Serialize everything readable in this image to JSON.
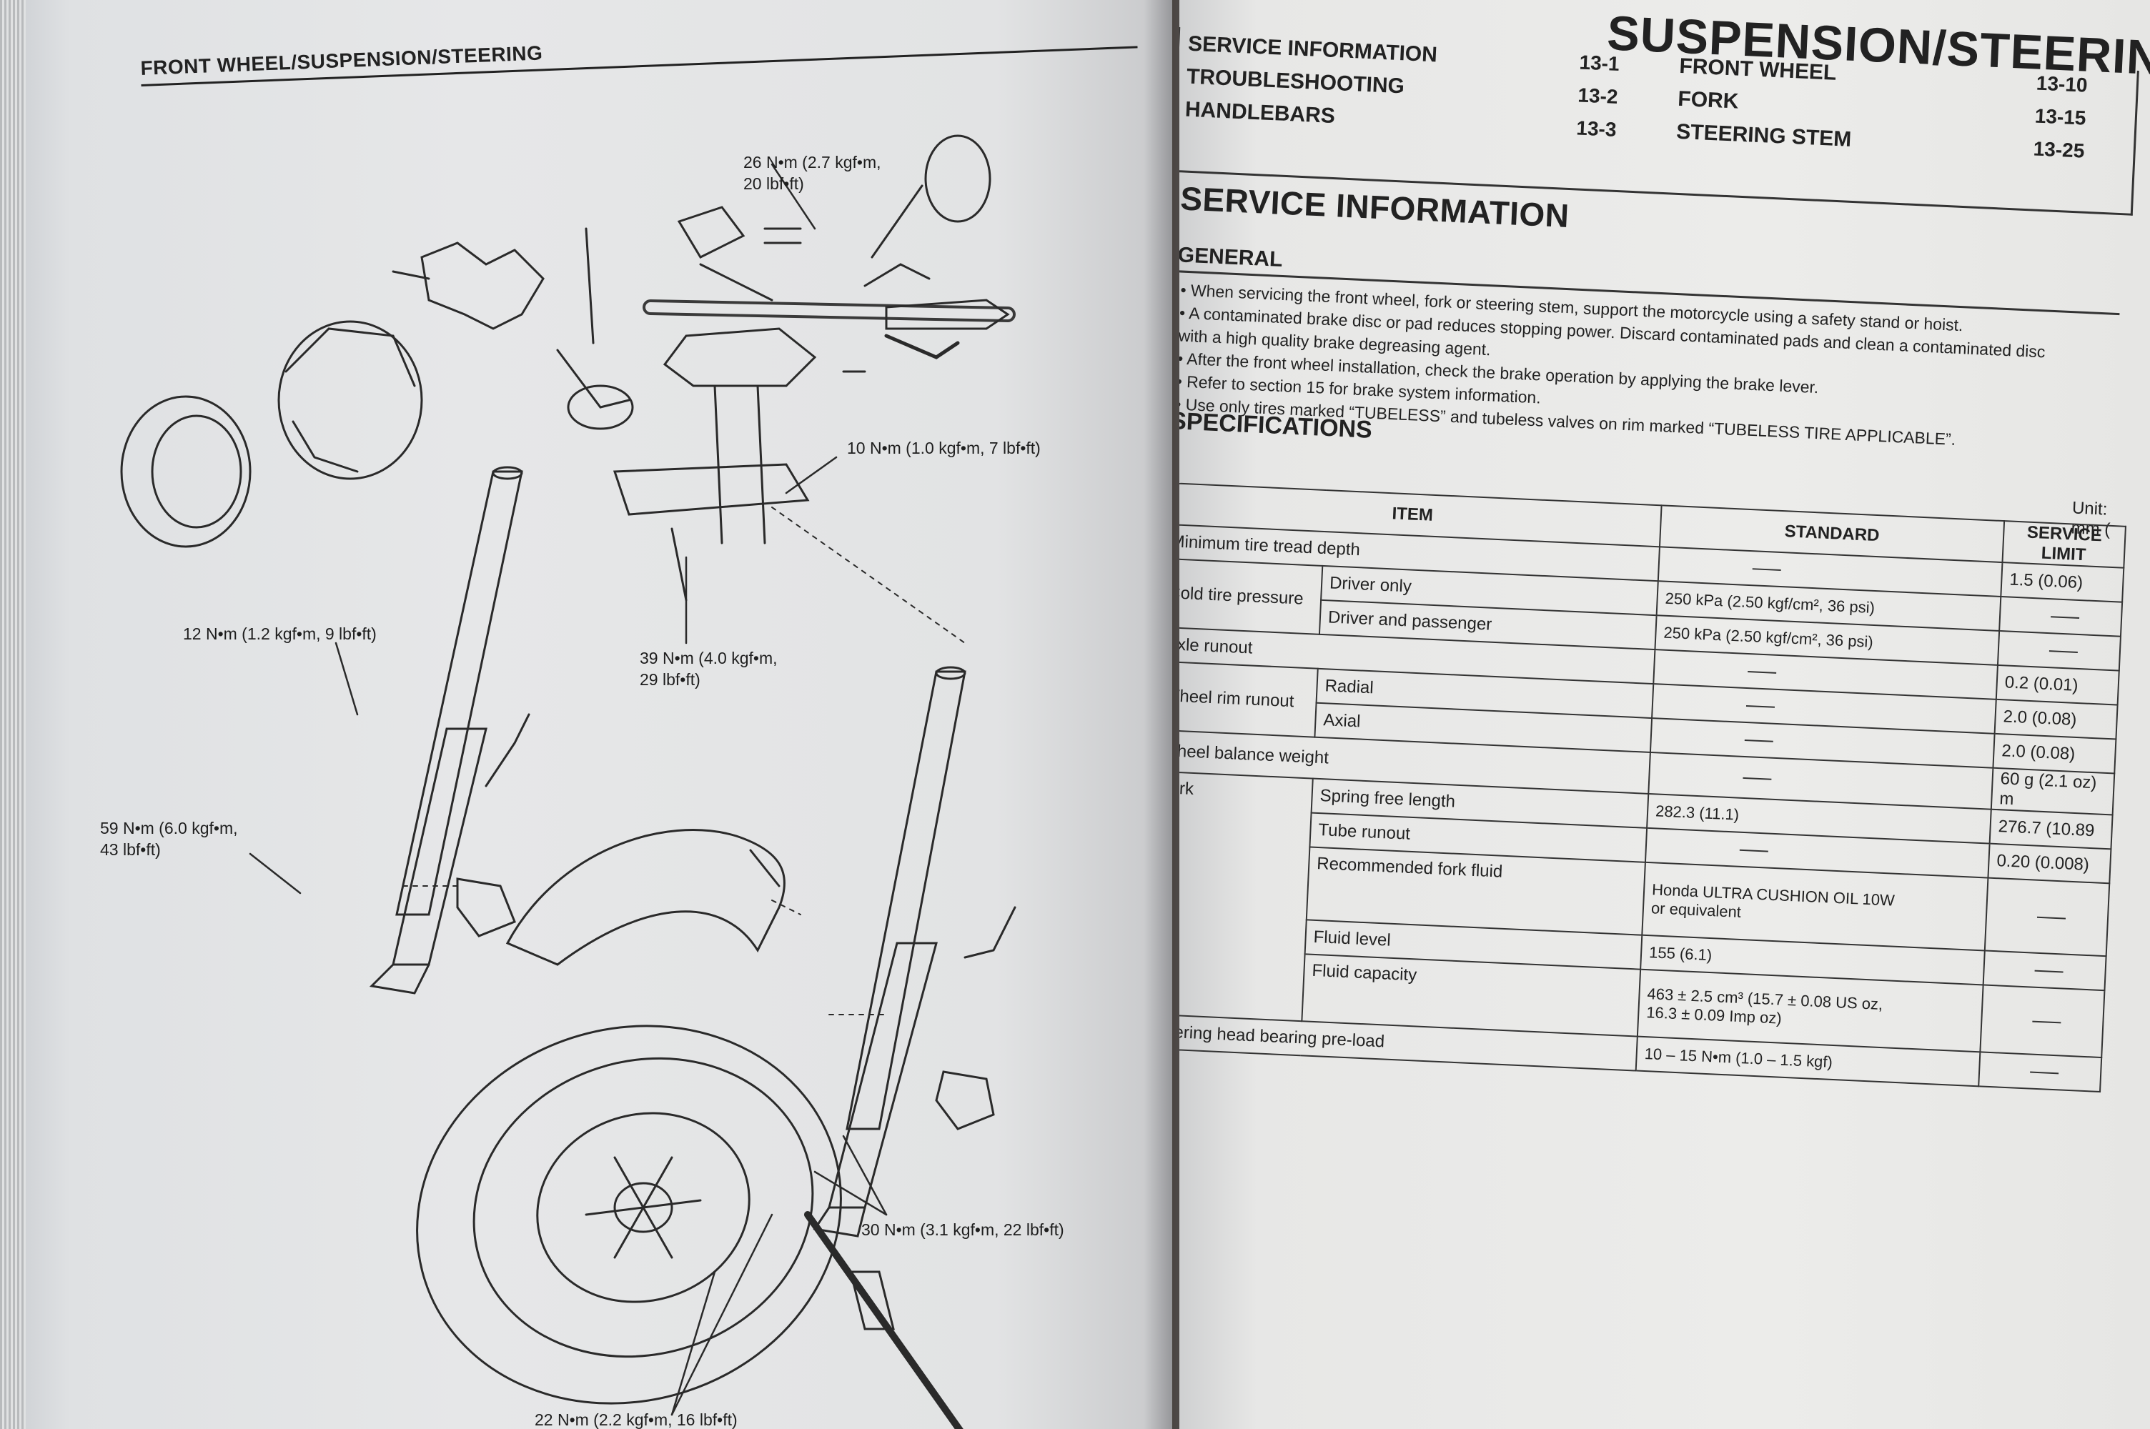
{
  "left_page": {
    "header": "FRONT WHEEL/SUSPENSION/STEERING",
    "torque_labels": [
      {
        "id": "t1",
        "lines": [
          "26 N•m (2.7 kgf•m,",
          "20 lbf•ft)"
        ]
      },
      {
        "id": "t2",
        "lines": [
          "10 N•m (1.0 kgf•m, 7 lbf•ft)"
        ]
      },
      {
        "id": "t3",
        "lines": [
          "12 N•m (1.2 kgf•m, 9 lbf•ft)"
        ]
      },
      {
        "id": "t4",
        "lines": [
          "39 N•m (4.0 kgf•m,",
          "29 lbf•ft)"
        ]
      },
      {
        "id": "t5",
        "lines": [
          "59 N•m (6.0 kgf•m,",
          "43 lbf•ft)"
        ]
      },
      {
        "id": "t6",
        "lines": [
          "30 N•m (3.1 kgf•m, 22 lbf•ft)"
        ]
      },
      {
        "id": "t7",
        "lines": [
          "22 N•m (2.2 kgf•m, 16 lbf•ft)"
        ]
      }
    ]
  },
  "right_page": {
    "chapter_title": "SUSPENSION/STEERING",
    "toc": [
      {
        "label": "SERVICE INFORMATION",
        "page": "13-1"
      },
      {
        "label": "TROUBLESHOOTING",
        "page": "13-2"
      },
      {
        "label": "HANDLEBARS",
        "page": "13-3"
      },
      {
        "label": "FRONT WHEEL",
        "page": "13-10"
      },
      {
        "label": "FORK",
        "page": "13-15"
      },
      {
        "label": "STEERING STEM",
        "page": "13-25"
      }
    ],
    "section_heading": "SERVICE INFORMATION",
    "general_heading": "GENERAL",
    "general_bullets": [
      "• When servicing the front wheel, fork or steering stem, support the motorcycle using a safety stand or hoist.",
      "• A contaminated brake disc or pad reduces stopping power. Discard contaminated pads and clean a contaminated disc",
      "  with a high quality brake degreasing agent.",
      "• After the front wheel installation, check the brake operation by applying the brake lever.",
      "• Refer to section 15 for brake system information.",
      "• Use only tires marked “TUBELESS” and tubeless valves on rim marked “TUBELESS TIRE APPLICABLE”."
    ],
    "spec_heading": "SPECIFICATIONS",
    "unit": "Unit: mm (",
    "spec_table": {
      "col_item": "ITEM",
      "col_standard": "STANDARD",
      "col_limit": "SERVICE LIMIT",
      "rows": {
        "tread": {
          "item": "Minimum tire tread depth",
          "limit": "1.5 (0.06)"
        },
        "cold_tire": "Cold tire pressure",
        "driver_only": {
          "sub": "Driver only",
          "std": "250 kPa (2.50 kgf/cm², 36 psi)"
        },
        "driver_passenger": {
          "sub": "Driver and passenger",
          "std": "250 kPa (2.50 kgf/cm², 36 psi)"
        },
        "axle": {
          "item": "Axle runout",
          "limit": "0.2 (0.01)"
        },
        "wheel_rim": "Wheel rim runout",
        "radial": {
          "sub": "Radial",
          "limit": "2.0 (0.08)"
        },
        "axial": {
          "sub": "Axial",
          "limit": "2.0 (0.08)"
        },
        "balance": {
          "item": "Wheel balance weight",
          "limit": "60 g (2.1 oz) m"
        },
        "fork": "Fork",
        "spring": {
          "sub": "Spring free length",
          "std": "282.3 (11.1)",
          "limit": "276.7 (10.89"
        },
        "tube": {
          "sub": "Tube runout",
          "limit": "0.20 (0.008)"
        },
        "fluid": {
          "sub": "Recommended fork fluid",
          "std1": "Honda ULTRA CUSHION OIL 10W",
          "std2": "or equivalent"
        },
        "level": {
          "sub": "Fluid level",
          "std": "155 (6.1)"
        },
        "capacity": {
          "sub": "Fluid capacity",
          "std1": "463 ± 2.5 cm³ (15.7 ± 0.08 US oz,",
          "std2": "16.3 ± 0.09 Imp oz)"
        },
        "preload": {
          "item": "Steering head bearing pre-load",
          "std": "10 – 15 N•m (1.0 – 1.5 kgf)"
        }
      }
    }
  },
  "colors": {
    "ink": "#222222",
    "paper_left": "#e4e5e6",
    "paper_right": "#ebebe9",
    "background": "#3e342b"
  }
}
